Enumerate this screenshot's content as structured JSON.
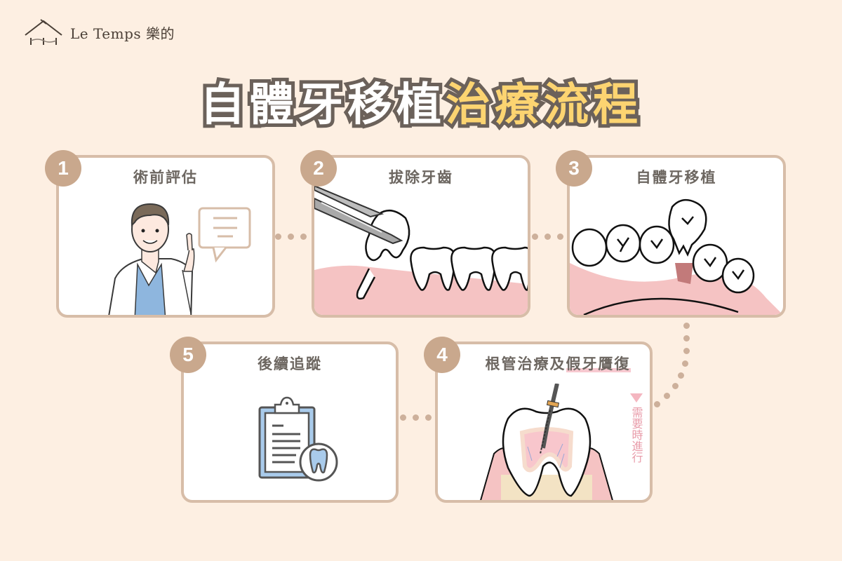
{
  "brand": {
    "name": "Le Temps 樂的",
    "icon": "house-logo-icon"
  },
  "title": {
    "part1": "自體牙移植",
    "part2": "治療流程",
    "colors": {
      "part1_fill": "#ffffff",
      "part2_fill": "#fcd471",
      "stroke": "#6b615a"
    }
  },
  "steps": [
    {
      "number": "1",
      "label": "術前評估",
      "illustration": "doctor-pointing-with-speech-bubble"
    },
    {
      "number": "2",
      "label": "拔除牙齒",
      "illustration": "forceps-extracting-tooth"
    },
    {
      "number": "3",
      "label": "自體牙移植",
      "illustration": "tooth-transplanted-into-socket"
    },
    {
      "number": "4",
      "label_main": "根管治療及",
      "label_highlight": "假牙贋復",
      "illustration": "root-canal-file-in-tooth",
      "note": "需要時進行"
    },
    {
      "number": "5",
      "label": "後續追蹤",
      "illustration": "clipboard-with-tooth"
    }
  ],
  "colors": {
    "background": "#fdefe2",
    "card_border": "#d7bda8",
    "badge": "#c9a88d",
    "gum_pink": "#f5c3c3",
    "note_pink": "#e89ba9"
  }
}
